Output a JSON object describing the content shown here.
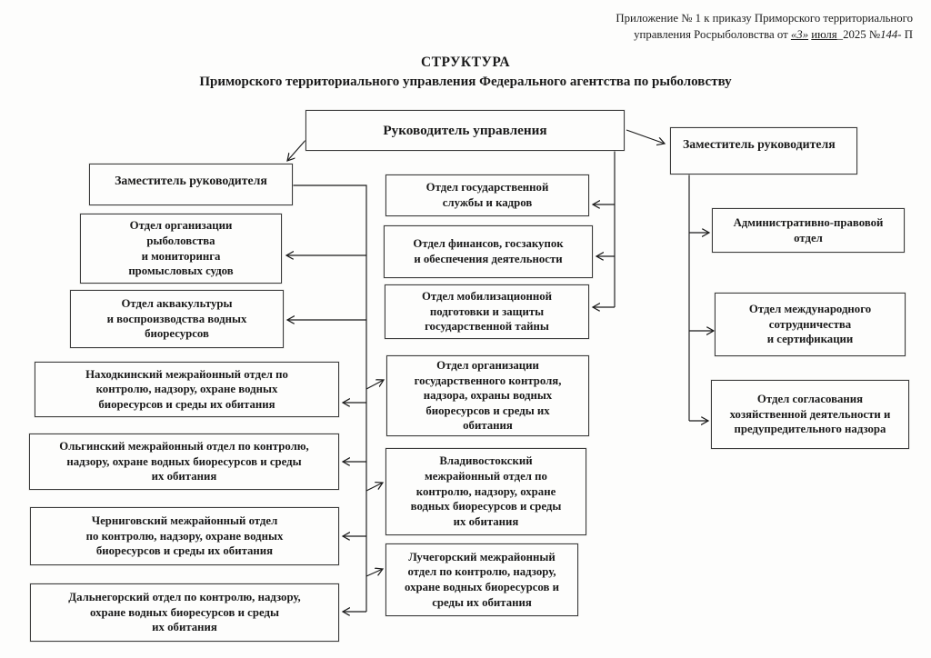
{
  "annotation": {
    "line1": "Приложение № 1 к приказу Приморского территориального",
    "line2_pre": "управления Росрыболовства от ",
    "day": "«3»",
    "sep": " ",
    "month": "июля",
    "year": "_2025 ",
    "num_label": "№",
    "num_value": "144",
    "num_suffix": "- П"
  },
  "title": {
    "line1": "СТРУКТУРА",
    "line2": "Приморского территориального управления Федерального агентства по рыболовству"
  },
  "org": {
    "nodes": [
      {
        "id": "head",
        "label": "Руководитель управления"
      },
      {
        "id": "deputy-right",
        "label": "Заместитель руководителя"
      },
      {
        "id": "deputy-left",
        "label": "Заместитель руководителя"
      },
      {
        "id": "civil-service",
        "label": "Отдел государственной\nслужбы и кадров"
      },
      {
        "id": "fish-org",
        "label": "Отдел организации\nрыболовства\nи мониторинга\nпромысловых судов"
      },
      {
        "id": "finance",
        "label": "Отдел финансов, госзакупок\nи обеспечения деятельности"
      },
      {
        "id": "aqua",
        "label": "Отдел аквакультуры\nи воспроизводства водных\nбиоресурсов"
      },
      {
        "id": "mobilization",
        "label": "Отдел мобилизационной\nподготовки и защиты\nгосударственной тайны"
      },
      {
        "id": "nakhodka",
        "label": "Находкинский межрайонный отдел по\nконтролю, надзору, охране водных\nбиоресурсов и среды их обитания"
      },
      {
        "id": "state-control",
        "label": "Отдел организации\nгосударственного контроля,\nнадзора, охраны водных\nбиоресурсов и среды их\nобитания"
      },
      {
        "id": "olga",
        "label": "Ольгинский межрайонный отдел по контролю,\nнадзору, охране водных биоресурсов и среды\nих обитания"
      },
      {
        "id": "vladivostok",
        "label": "Владивостокский\nмежрайонный отдел по\nконтролю, надзору, охране\nводных биоресурсов и среды\nих обитания"
      },
      {
        "id": "chernigov",
        "label": "Черниговский межрайонный отдел\nпо контролю, надзору, охране водных\nбиоресурсов и среды их обитания"
      },
      {
        "id": "luchegorsk",
        "label": "Лучегорский межрайонный\nотдел по контролю, надзору,\nохране водных биоресурсов и\nсреды их обитания"
      },
      {
        "id": "dalnegorsk",
        "label": "Дальнегорский отдел по контролю, надзору,\nохране водных биоресурсов и среды\nих обитания"
      },
      {
        "id": "admin-legal",
        "label": "Административно-правовой\nотдел"
      },
      {
        "id": "intl",
        "label": "Отдел международного\nсотрудничества\nи сертификации"
      },
      {
        "id": "coordination",
        "label": "Отдел согласования\nхозяйственной деятельности и\nпредупредительного надзора"
      }
    ]
  }
}
